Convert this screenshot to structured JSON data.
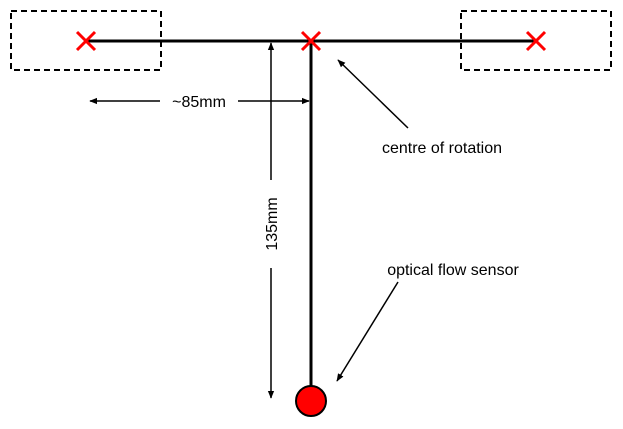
{
  "labels": {
    "width_dimension": "~85mm",
    "length_dimension": "135mm",
    "rotation_center": "centre of rotation",
    "sensor": "optical flow sensor"
  },
  "colors": {
    "line": "#000000",
    "marker": "#ff0000",
    "sensor_fill": "#ff0000",
    "background": "#ffffff"
  },
  "markers": {
    "icon": "cross-icon",
    "count": 3
  }
}
